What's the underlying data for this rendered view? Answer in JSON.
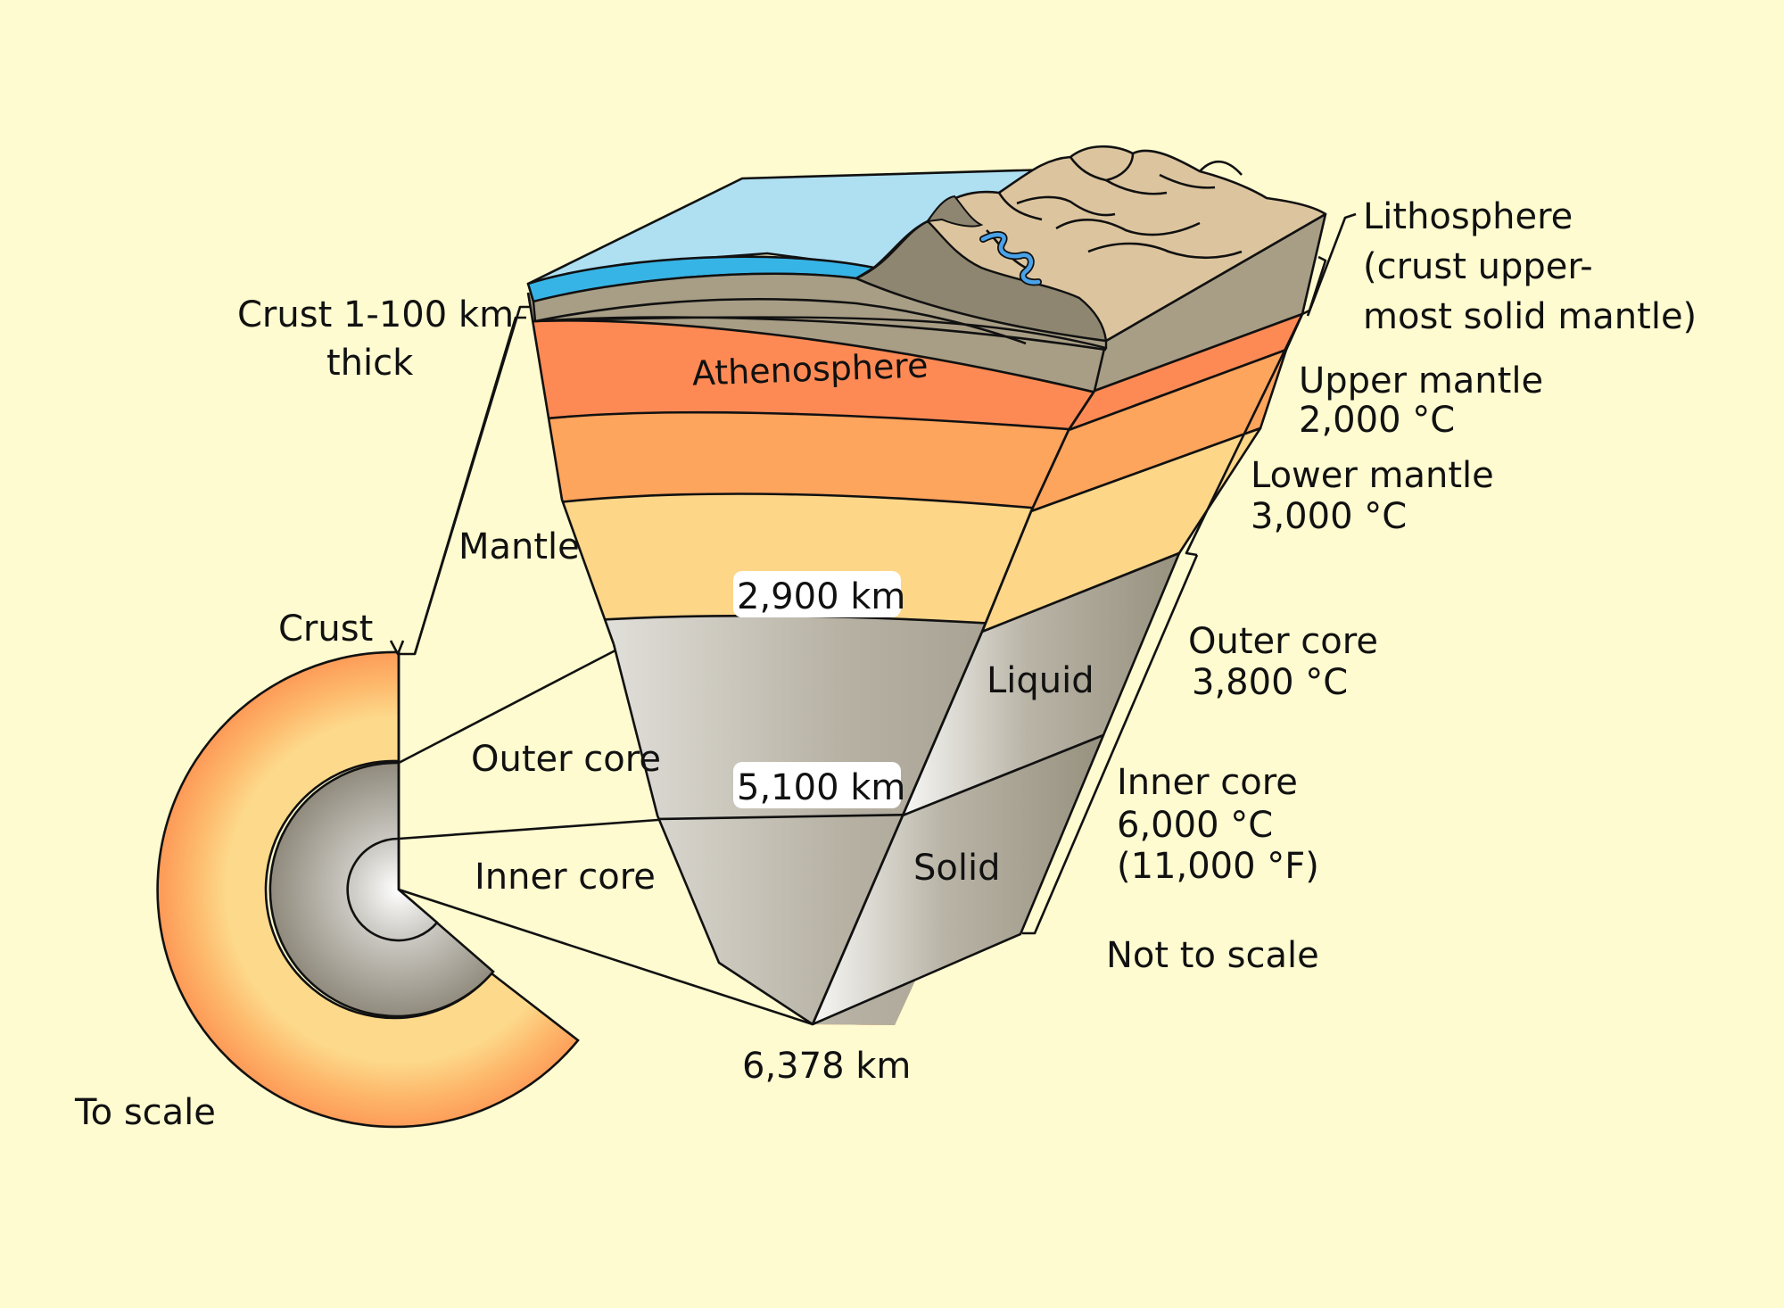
{
  "colors": {
    "background": "#fefbd0",
    "ocean": "#aee0f2",
    "ocean_deep": "#37b4e6",
    "crust": "#a89e86",
    "crust_dark": "#8e8670",
    "land": "#dcc59e",
    "athenosphere": "#fd8a55",
    "upper_mantle": "#fda45d",
    "lower_mantle": "#fdd688",
    "core_dark": "#9e998a",
    "core_light": "#f3f3f1",
    "river": "#4aa3e8"
  },
  "labels": {
    "crust_thickness_line1": "Crust 1-100 km",
    "crust_thickness_line2": "thick",
    "athenosphere": "Athenosphere",
    "mantle": "Mantle",
    "crust": "Crust",
    "depth_mantle_base": "2,900 km",
    "depth_outer_core_base": "5,100 km",
    "depth_center": "6,378 km",
    "outer_core": "Outer core",
    "inner_core": "Inner core",
    "liquid": "Liquid",
    "solid": "Solid",
    "to_scale": "To scale",
    "not_to_scale": "Not to scale",
    "lithosphere_line1": "Lithosphere",
    "lithosphere_line2": "(crust upper-",
    "lithosphere_line3": "most solid mantle)",
    "upper_mantle_line1": "Upper mantle",
    "upper_mantle_line2": "2,000 °C",
    "lower_mantle_line1": "Lower mantle",
    "lower_mantle_line2": "3,000 °C",
    "outer_core_right_line1": "Outer core",
    "outer_core_right_line2": "3,800 °C",
    "inner_core_right_line1": "Inner core",
    "inner_core_right_line2": "6,000 °C",
    "inner_core_right_line3": "(11,000 °F)"
  },
  "icons": {
    "river": "river-icon",
    "mountains": "mountain-range-icon"
  }
}
